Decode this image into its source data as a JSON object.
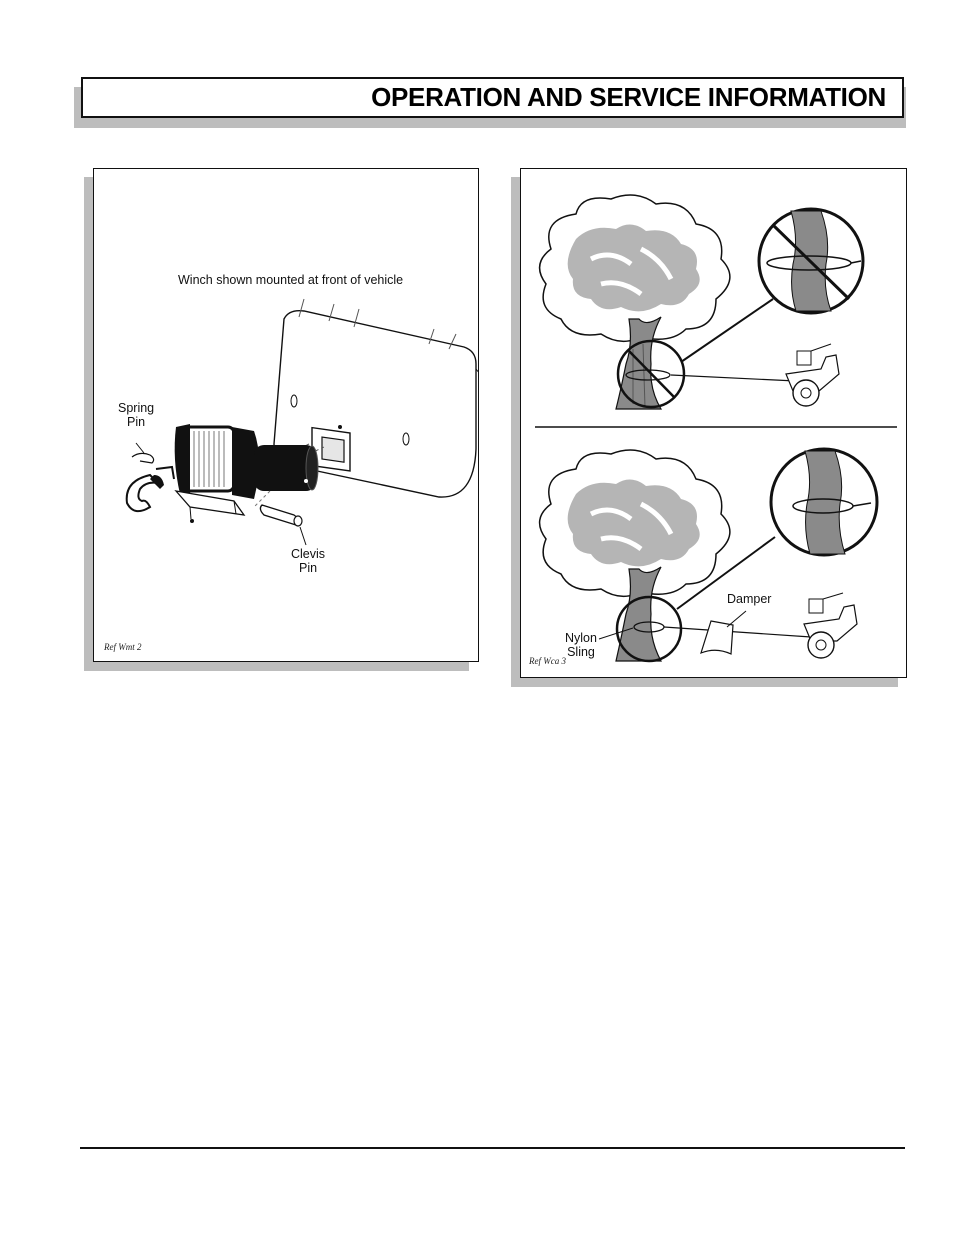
{
  "header": {
    "title": "OPERATION AND SERVICE INFORMATION"
  },
  "figure_left": {
    "caption": "Winch shown mounted at front of vehicle",
    "spring_pin_label_line1": "Spring",
    "spring_pin_label_line2": "Pin",
    "clevis_pin_label_line1": "Clevis",
    "clevis_pin_label_line2": "Pin",
    "ref": "Ref Wmt 2"
  },
  "figure_right": {
    "damper_label": "Damper",
    "nylon_sling_label_line1": "Nylon",
    "nylon_sling_label_line2": "Sling",
    "ref": "Ref Wca 3"
  }
}
